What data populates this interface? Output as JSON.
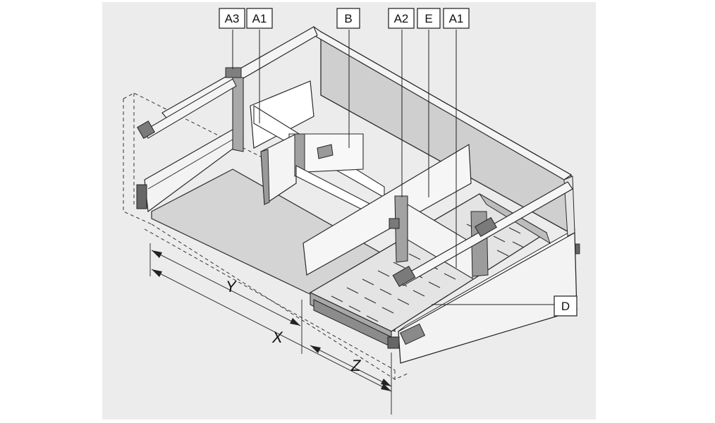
{
  "callouts": [
    {
      "id": "a3",
      "text": "A3"
    },
    {
      "id": "a1-left",
      "text": "A1"
    },
    {
      "id": "b",
      "text": "B"
    },
    {
      "id": "a2",
      "text": "A2"
    },
    {
      "id": "e",
      "text": "E"
    },
    {
      "id": "a1-right",
      "text": "A1"
    },
    {
      "id": "d",
      "text": "D"
    }
  ],
  "dimensions": {
    "y": "Y",
    "x": "X",
    "z": "Z"
  },
  "colors": {
    "background": "#ececec",
    "floor": "#d2d2d2",
    "back_wall": "#cfcfcf",
    "side_panel": "#f2f2f2",
    "divider": "#ffffff",
    "outline": "#2a2a2a",
    "metal": "#9a9a9a"
  }
}
